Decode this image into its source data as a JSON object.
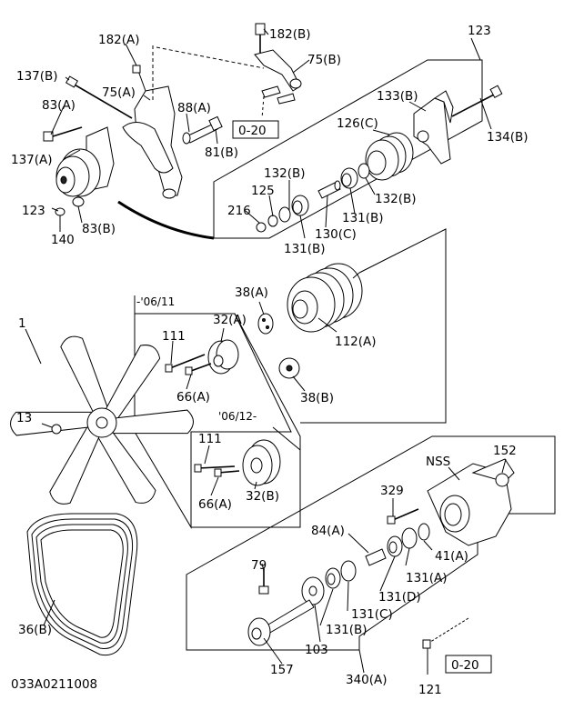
{
  "callouts": {
    "c182a": "182(A)",
    "c182b": "182(B)",
    "c137b": "137(B)",
    "c75a": "75(A)",
    "c75b": "75(B)",
    "c83a": "83(A)",
    "c88a": "88(A)",
    "c81b": "81(B)",
    "c020a": "0-20",
    "c137a": "137(A)",
    "c123a": "123",
    "c140": "140",
    "c83b": "83(B)",
    "c123b": "123",
    "c133b": "133(B)",
    "c126c": "126(C)",
    "c134b": "134(B)",
    "c132b1": "132(B)",
    "c125": "125",
    "c216": "216",
    "c132b2": "132(B)",
    "c131b1": "131(B)",
    "c130c": "130(C)",
    "c131b2": "131(B)",
    "c06_11": "-'06/11",
    "c38a": "38(A)",
    "c32a": "32(A)",
    "c1": "1",
    "c111a": "111",
    "c112a": "112(A)",
    "c66a1": "66(A)",
    "c38b": "38(B)",
    "c13": "13",
    "c06_12": "'06/12-",
    "c111b": "111",
    "c66a2": "66(A)",
    "c32b": "32(B)",
    "cnss": "NSS",
    "c152": "152",
    "c329": "329",
    "c84a": "84(A)",
    "c41a": "41(A)",
    "c79": "79",
    "c131a": "131(A)",
    "c131d": "131(D)",
    "c131c": "131(C)",
    "c131b3": "131(B)",
    "c36b": "36(B)",
    "c157": "157",
    "c103": "103",
    "c340a": "340(A)",
    "c121": "121",
    "c020b": "0-20",
    "drawing_id": "033A0211008"
  }
}
